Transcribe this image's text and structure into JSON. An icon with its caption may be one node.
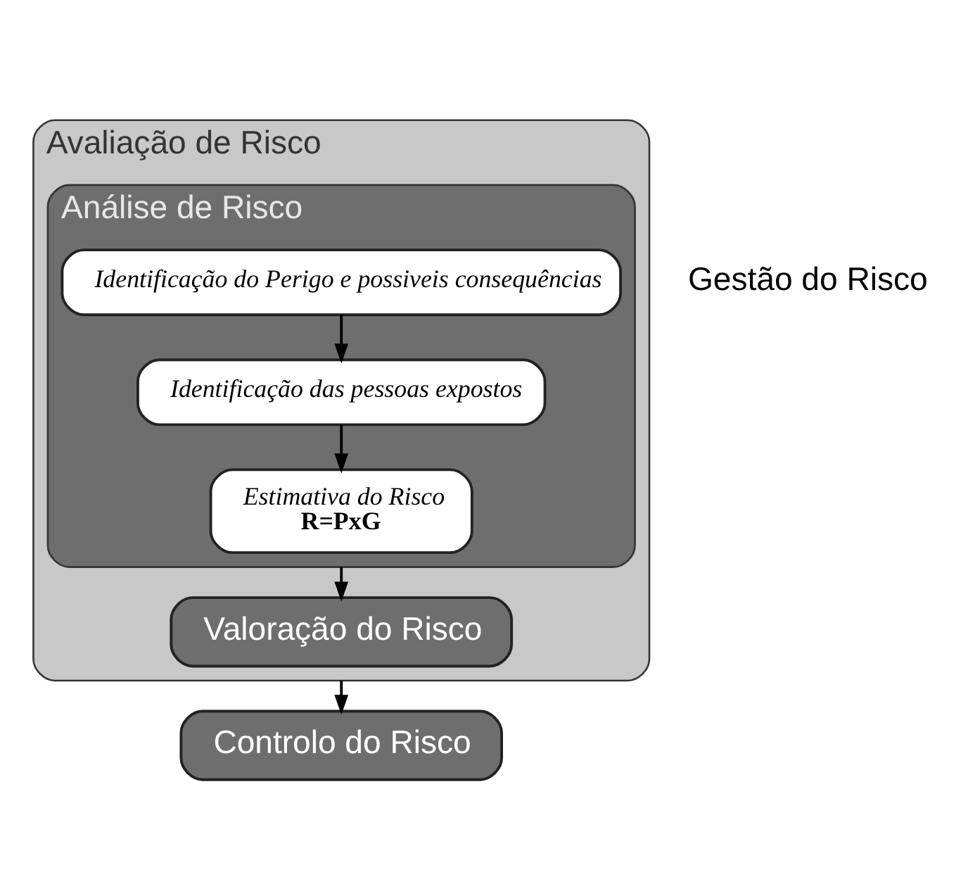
{
  "diagram": {
    "nodes": [
      {
        "text": [
          "Avaliação de Risco"
        ]
      },
      {
        "text": [
          "Análise de Risco"
        ],
        "in": 0
      },
      {
        "text": [
          "Identificação do Perigo e possiveis consequências"
        ],
        "in": 1
      },
      {
        "text": [
          "Identificação das pessoas expostos"
        ],
        "in": 1
      },
      {
        "text": [
          "Estimativa do Risco",
          "R=PxG"
        ],
        "in": 1
      },
      {
        "text": [
          "Valoração do Risco"
        ],
        "in": 0
      },
      {
        "text": [
          "Controlo do Risco"
        ]
      }
    ],
    "edges": [
      {
        "from": 2,
        "to": 3,
        "arrow": "to"
      },
      {
        "from": 3,
        "to": 4,
        "arrow": "to"
      },
      {
        "from": 1,
        "to": 5,
        "arrow": "to"
      },
      {
        "from": 0,
        "to": 6,
        "arrow": "to"
      }
    ],
    "labels": [
      "Gestão do Risco"
    ]
  }
}
